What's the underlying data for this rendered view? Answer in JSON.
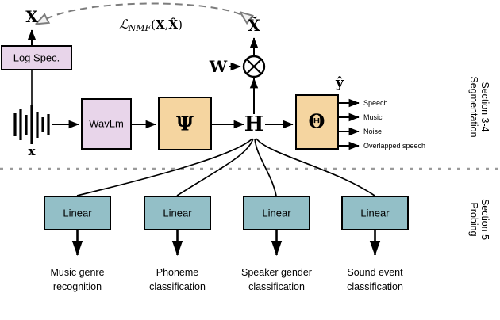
{
  "figure": {
    "type": "model-architecture-diagram",
    "colors": {
      "box_purple": "#e8d5ea",
      "box_tan": "#f5d5a0",
      "box_teal": "#93bfc7",
      "stroke": "#000000",
      "dashed_gray": "#808080",
      "divider_gray": "#999999",
      "background": "#ffffff"
    }
  },
  "top_path": {
    "spectrogram_box_label": "Log Spec.",
    "spectrogram_output_symbol": "X",
    "reconstruction_symbol": "X̃",
    "loss_label": "ℒNMF(X, X̂)",
    "loss_label_parts": {
      "script_l": "ℒ",
      "subscript": "NMF",
      "args_open": "(",
      "arg1": "X",
      "comma": ",",
      "arg2": "X̂",
      "args_close": ")"
    },
    "weight_symbol": "W",
    "multiply_node": "⊗"
  },
  "encoder_path": {
    "input_symbol": "x",
    "input_icon": "waveform-icon",
    "wavlm_box_label": "WavLm",
    "psi_box_label": "Ψ",
    "bottleneck_symbol": "H",
    "theta_box_label": "Θ",
    "prediction_symbol": "ŷ"
  },
  "segmentation_outputs": [
    {
      "label": "Speech"
    },
    {
      "label": "Music"
    },
    {
      "label": "Noise"
    },
    {
      "label": "Overlapped speech"
    }
  ],
  "probing_branches": [
    {
      "box_label": "Linear",
      "task_line1": "Music genre",
      "task_line2": "recognition"
    },
    {
      "box_label": "Linear",
      "task_line1": "Phoneme",
      "task_line2": "classification"
    },
    {
      "box_label": "Linear",
      "task_line1": "Speaker gender",
      "task_line2": "classification"
    },
    {
      "box_label": "Linear",
      "task_line1": "Sound event",
      "task_line2": "classification"
    }
  ],
  "side_annotations": {
    "upper": {
      "line1": "Segmentation",
      "line2": "Section 3-4"
    },
    "lower": {
      "line1": "Probing",
      "line2": "Section 5"
    }
  }
}
